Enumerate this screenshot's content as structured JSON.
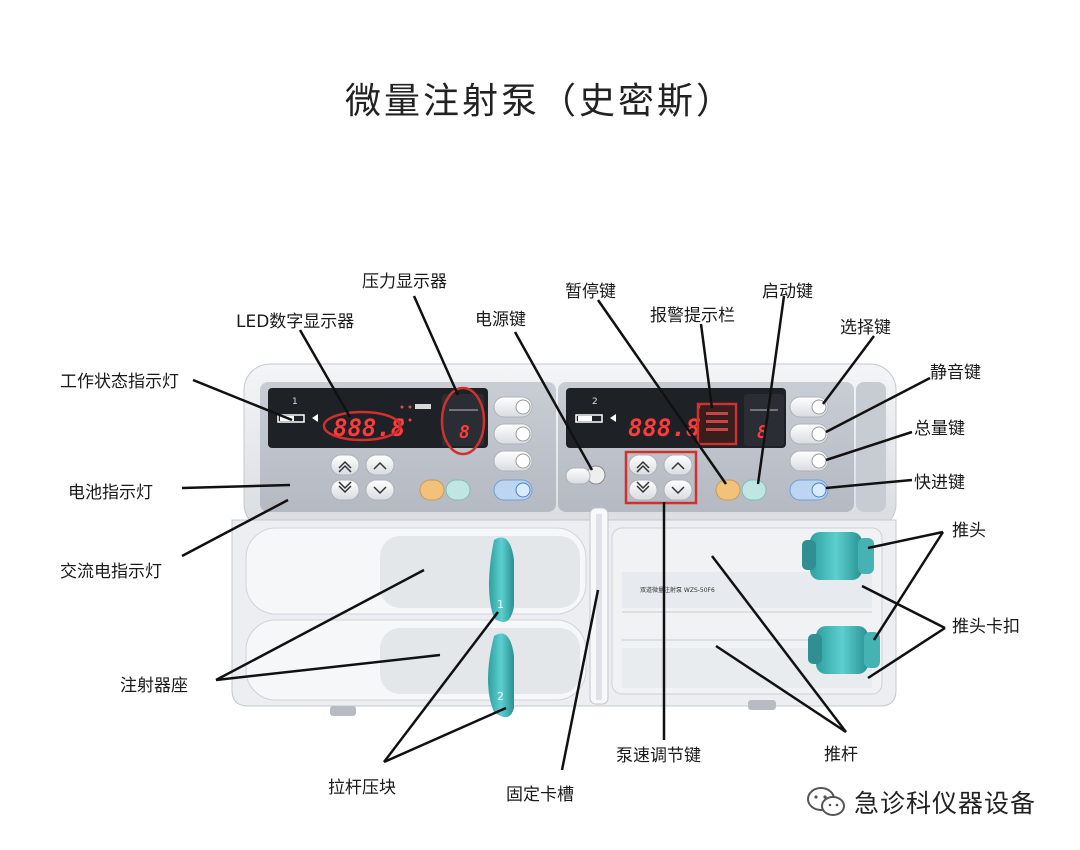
{
  "title": "微量注射泵（史密斯）",
  "labels": {
    "work_status": "工作状态指示灯",
    "led_display": "LED数字显示器",
    "pressure_display": "压力显示器",
    "power_key": "电源键",
    "pause_key": "暂停键",
    "alarm_bar": "报警提示栏",
    "start_key": "启动键",
    "select_key": "选择键",
    "mute_key": "静音键",
    "total_key": "总量键",
    "fast_key": "快进键",
    "battery": "电池指示灯",
    "ac_power": "交流电指示灯",
    "push_head": "推头",
    "push_head_clip": "推头卡扣",
    "syringe_seat": "注射器座",
    "lever_block": "拉杆压块",
    "fixing_slot": "固定卡槽",
    "speed_keys": "泵速调节键",
    "push_rod": "推杆"
  },
  "device": {
    "channel1_num": "1",
    "channel2_num": "2",
    "display1": "888.8",
    "display2": "888.8",
    "pressure1": "8",
    "pressure2": "8",
    "model_line": "双道微量注射泵 WZS-50F6",
    "clamp1": "1",
    "clamp2": "2"
  },
  "watermark": "急诊科仪器设备",
  "colors": {
    "led_red": "#ff3b3b",
    "highlight_red": "#d0312d",
    "teal": "#3fb8b8"
  }
}
